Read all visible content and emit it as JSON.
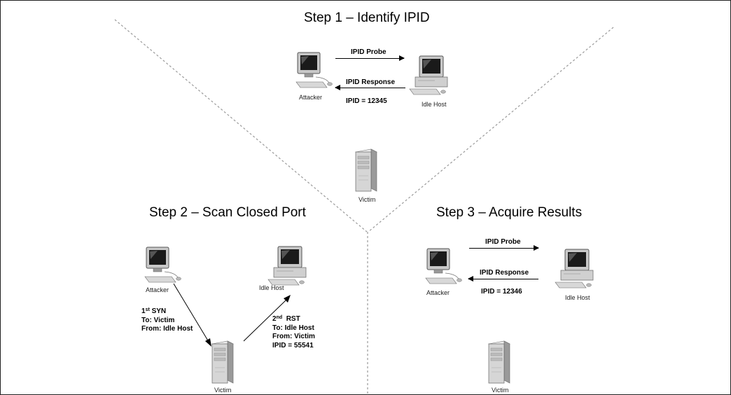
{
  "steps": [
    {
      "title": "Step 1 – Identify IPID",
      "probe": "IPID Probe",
      "response": "IPID Response",
      "ipid": "IPID = 12345",
      "attacker": "Attacker",
      "idle_host": "Idle Host",
      "victim": "Victim"
    },
    {
      "title": "Step 2 – Scan Closed Port",
      "attacker": "Attacker",
      "idle_host": "Idle Host",
      "victim": "Victim",
      "syn": {
        "ordinal": "1",
        "suffix": "st",
        "flag": "SYN",
        "to": "To: Victim",
        "from": "From: Idle Host"
      },
      "rst": {
        "ordinal": "2",
        "suffix": "nd",
        "flag": "RST",
        "to": "To: Idle Host",
        "from": "From: Victim",
        "ipid": "IPID = 55541"
      }
    },
    {
      "title": "Step 3 – Acquire Results",
      "probe": "IPID Probe",
      "response": "IPID Response",
      "ipid": "IPID = 12346",
      "attacker": "Attacker",
      "idle_host": "Idle Host",
      "victim": "Victim"
    }
  ]
}
